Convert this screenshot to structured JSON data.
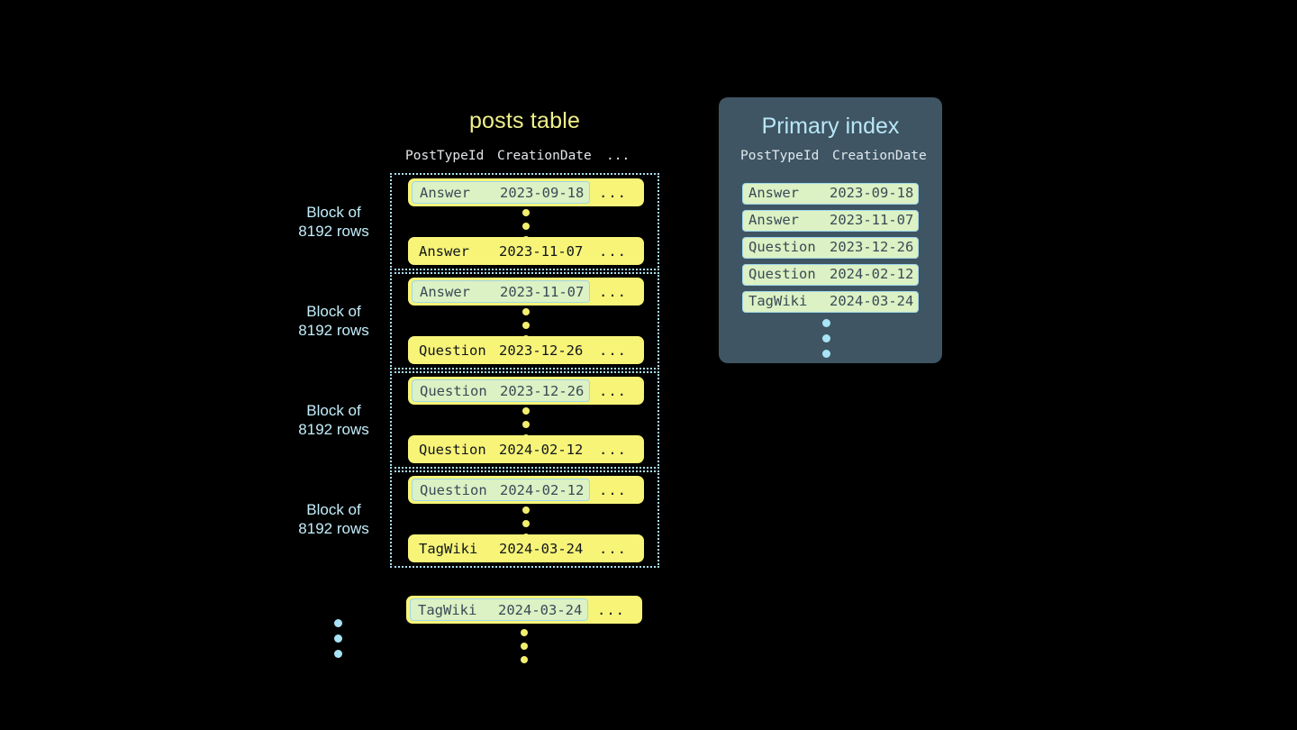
{
  "canvas": {
    "background": "#000000"
  },
  "palette": {
    "row_yellow": "#f7f478",
    "highlight_green": "#dcf1c4",
    "highlight_border": "#9fd7ea",
    "panel_slate": "#3f5563",
    "title_yellow": "#f0f08a",
    "title_blue": "#b9e7f8",
    "label_blue": "#c3eefb",
    "dot_yellow": "#f2ef6f",
    "dot_blue": "#a8e4f5"
  },
  "posts_table": {
    "title": "posts table",
    "columns": [
      "PostTypeId",
      "CreationDate",
      "..."
    ],
    "row_trailing_ellipsis": "...",
    "blocks": [
      {
        "label_line1": "Block of",
        "label_line2": "8192 rows",
        "first_row": {
          "post_type_id": "Answer",
          "creation_date": "2023-09-18",
          "more": "...",
          "highlighted": true
        },
        "last_row": {
          "post_type_id": "Answer",
          "creation_date": "2023-11-07",
          "more": "...",
          "highlighted": false
        }
      },
      {
        "label_line1": "Block of",
        "label_line2": "8192 rows",
        "first_row": {
          "post_type_id": "Answer",
          "creation_date": "2023-11-07",
          "more": "...",
          "highlighted": true
        },
        "last_row": {
          "post_type_id": "Question",
          "creation_date": "2023-12-26",
          "more": "...",
          "highlighted": false
        }
      },
      {
        "label_line1": "Block of",
        "label_line2": "8192 rows",
        "first_row": {
          "post_type_id": "Question",
          "creation_date": "2023-12-26",
          "more": "...",
          "highlighted": true
        },
        "last_row": {
          "post_type_id": "Question",
          "creation_date": "2024-02-12",
          "more": "...",
          "highlighted": false
        }
      },
      {
        "label_line1": "Block of",
        "label_line2": "8192 rows",
        "first_row": {
          "post_type_id": "Question",
          "creation_date": "2024-02-12",
          "more": "...",
          "highlighted": true
        },
        "last_row": {
          "post_type_id": "TagWiki",
          "creation_date": "2024-03-24",
          "more": "...",
          "highlighted": false
        }
      }
    ],
    "trailing_row": {
      "post_type_id": "TagWiki",
      "creation_date": "2024-03-24",
      "more": "...",
      "highlighted": true
    }
  },
  "primary_index": {
    "title": "Primary index",
    "columns": [
      "PostTypeId",
      "CreationDate"
    ],
    "entries": [
      {
        "post_type_id": "Answer",
        "creation_date": "2023-09-18"
      },
      {
        "post_type_id": "Answer",
        "creation_date": "2023-11-07"
      },
      {
        "post_type_id": "Question",
        "creation_date": "2023-12-26"
      },
      {
        "post_type_id": "Question",
        "creation_date": "2024-02-12"
      },
      {
        "post_type_id": "TagWiki",
        "creation_date": "2024-03-24"
      }
    ]
  }
}
